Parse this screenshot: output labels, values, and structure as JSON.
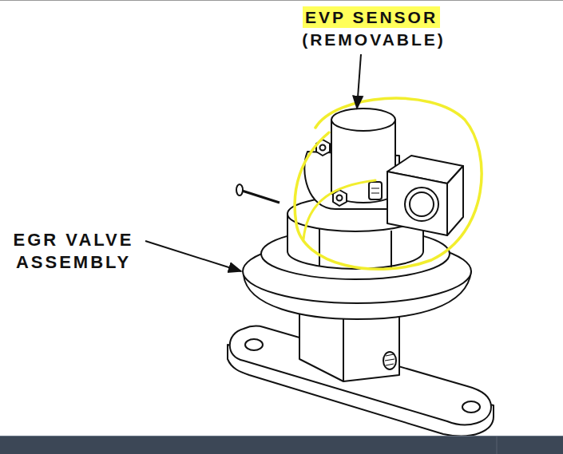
{
  "diagram": {
    "labels": [
      "EVP SENSOR",
      "(REMOVABLE)",
      "EGR VALVE ASSEMBLY"
    ]
  }
}
